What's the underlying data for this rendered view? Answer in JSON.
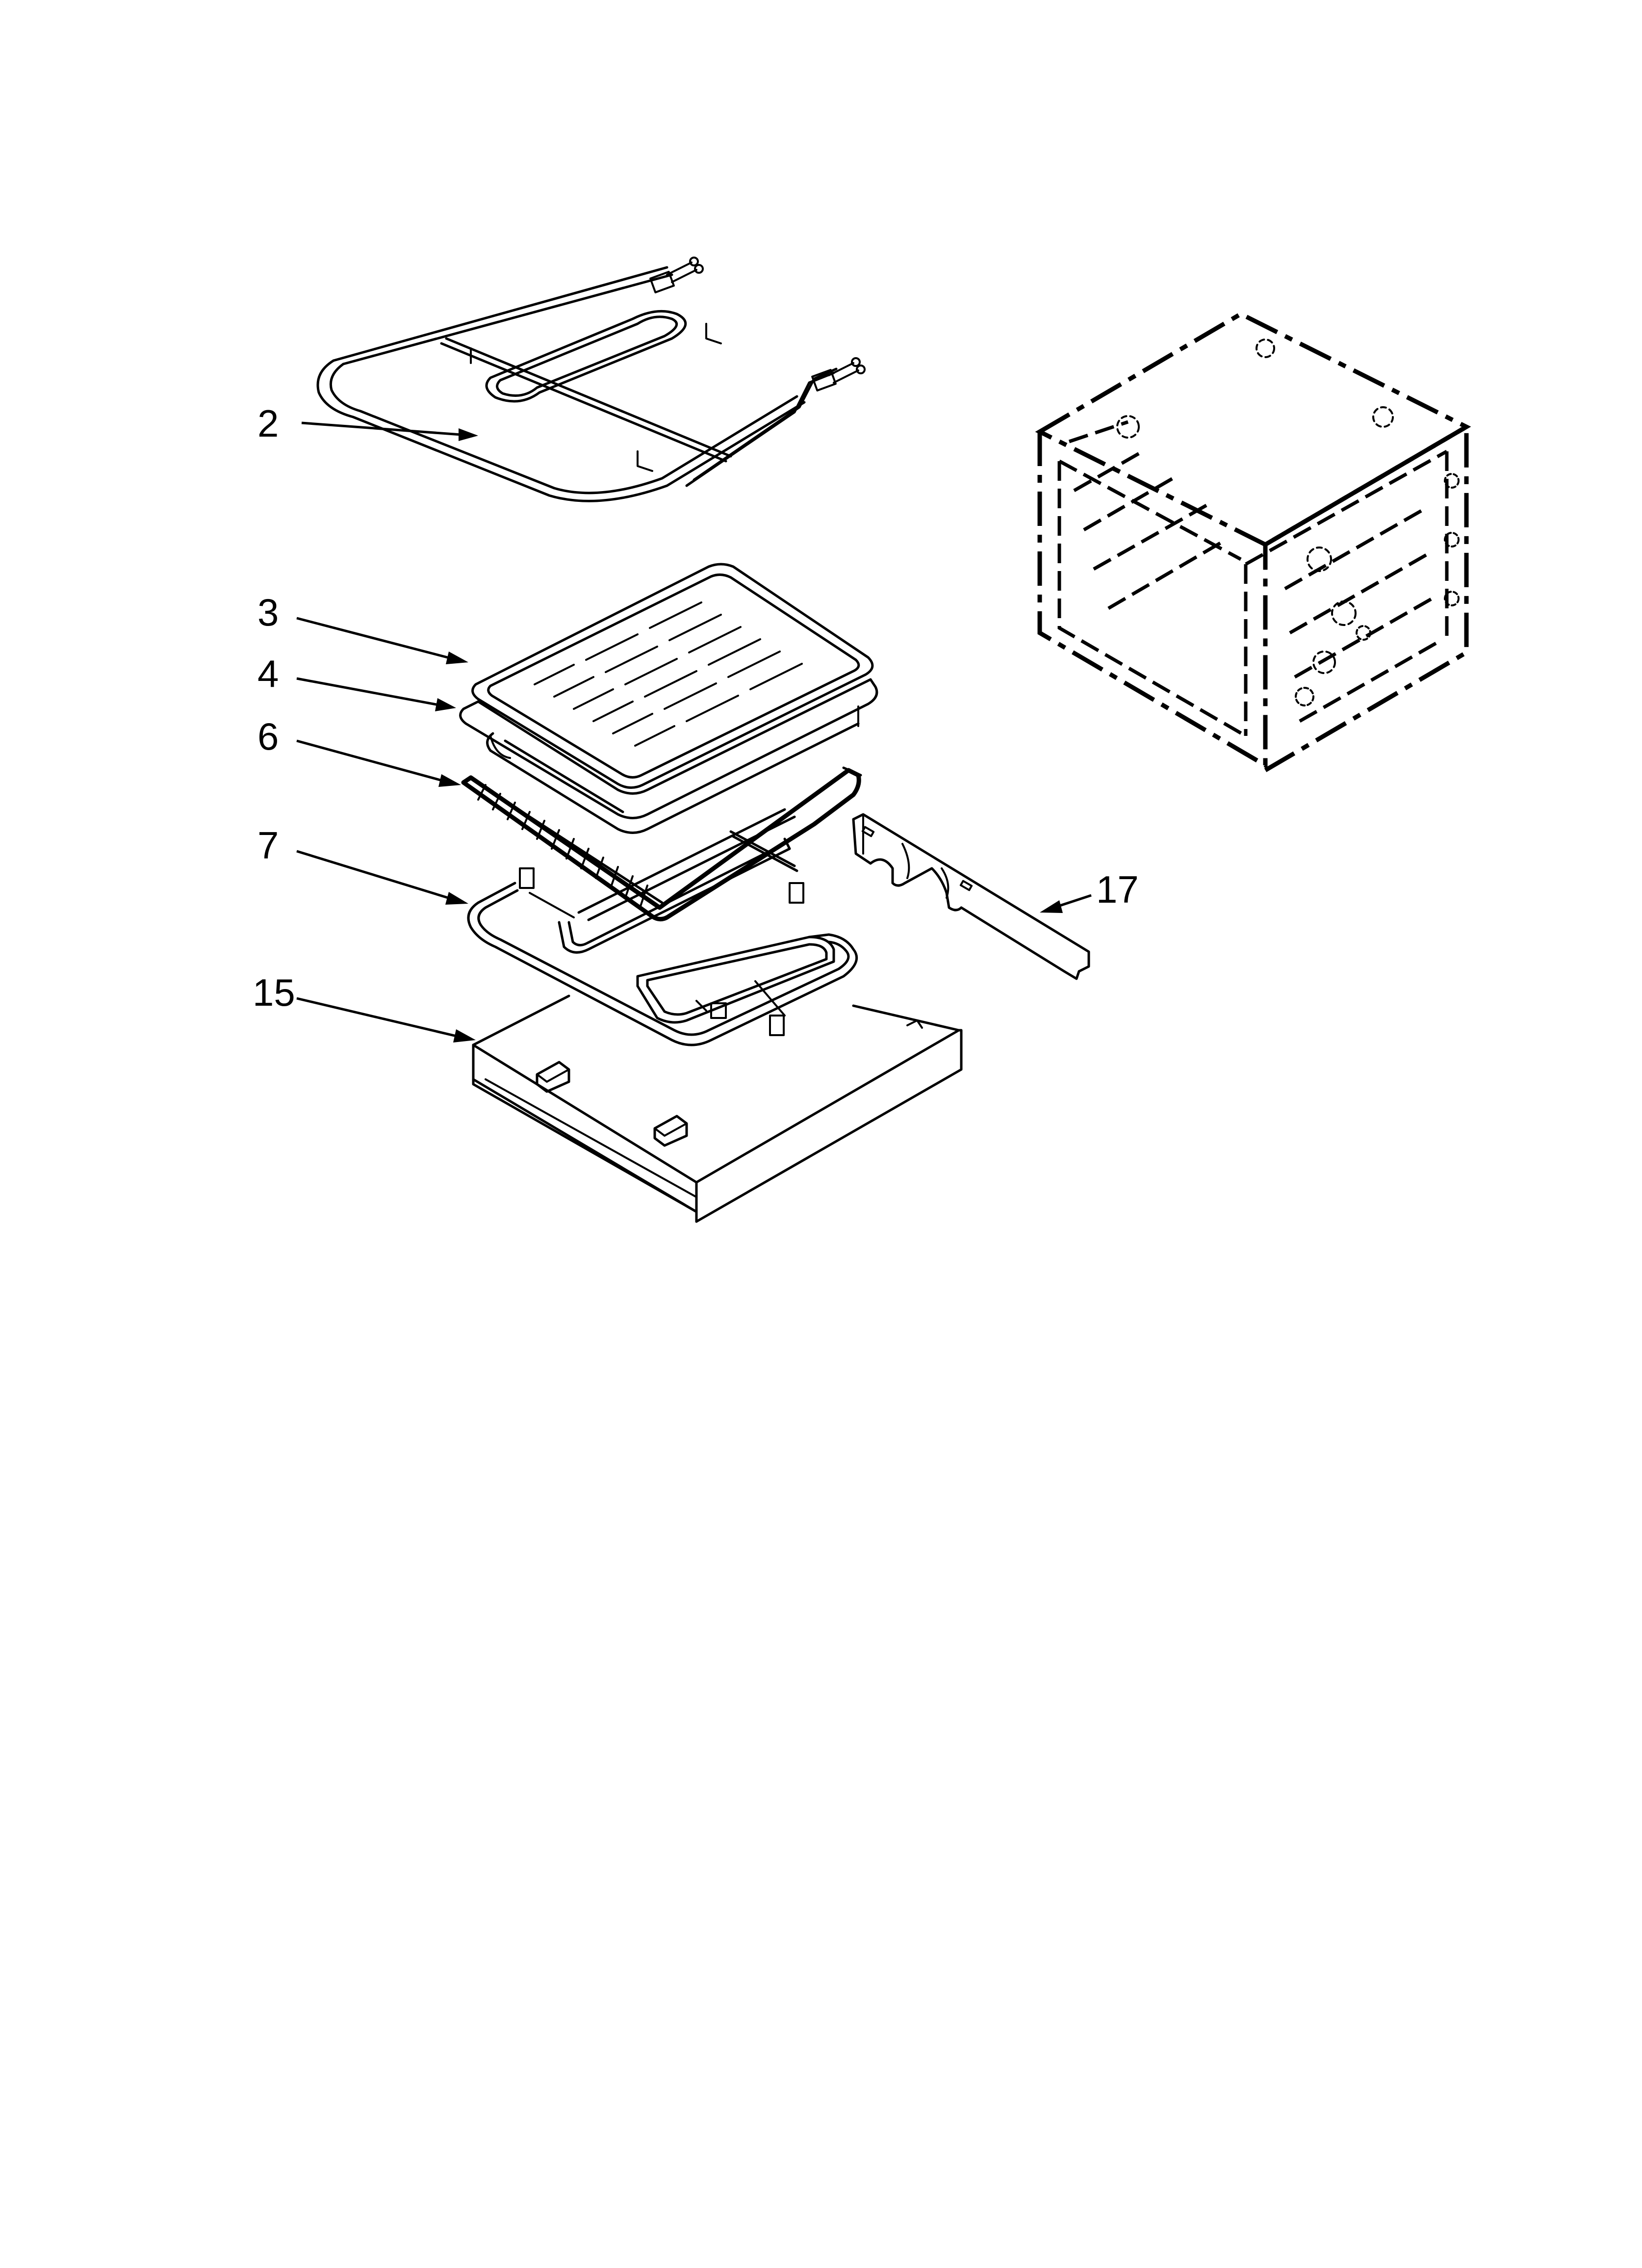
{
  "callouts": {
    "c2": "2",
    "c3": "3",
    "c4": "4",
    "c6": "6",
    "c7": "7",
    "c15": "15",
    "c17": "17"
  },
  "parts": [
    {
      "callout": "2",
      "name": "upper-heating-element"
    },
    {
      "callout": "3",
      "name": "broiler-pan-grid"
    },
    {
      "callout": "4",
      "name": "broiler-pan"
    },
    {
      "callout": "6",
      "name": "oven-rack"
    },
    {
      "callout": "7",
      "name": "lower-heating-element"
    },
    {
      "callout": "15",
      "name": "drip-tray"
    },
    {
      "callout": "17",
      "name": "mounting-bracket"
    }
  ],
  "reference_cabinet": "dashed-outline-cabinet"
}
